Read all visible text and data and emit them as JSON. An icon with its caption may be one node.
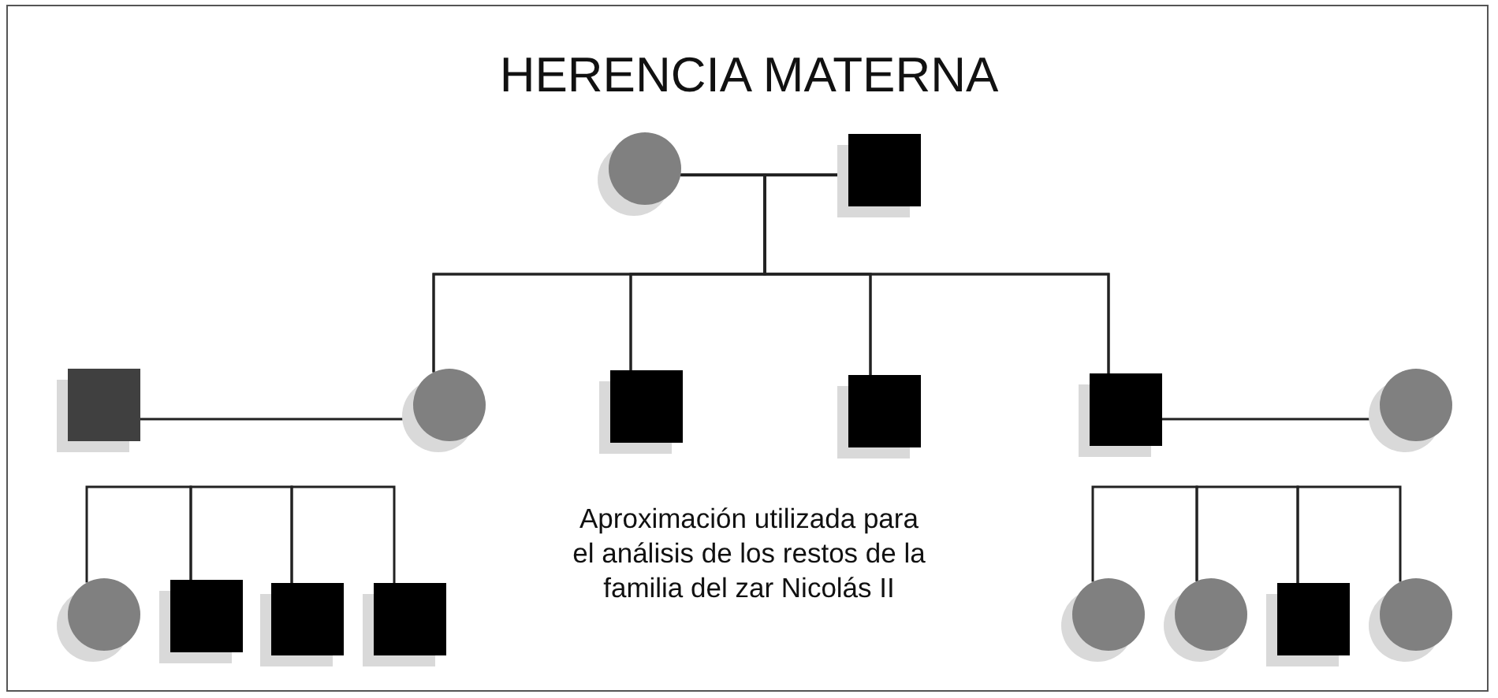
{
  "diagram": {
    "title": "HERENCIA MATERNA",
    "nodes": [
      {
        "text": [],
        "shape": "circle"
      },
      {
        "text": [],
        "shape": "box"
      },
      {
        "text": [],
        "shape": "box"
      },
      {
        "text": [],
        "shape": "circle"
      },
      {
        "text": [],
        "shape": "box"
      },
      {
        "text": [],
        "shape": "box"
      },
      {
        "text": [],
        "shape": "box"
      },
      {
        "text": [],
        "shape": "circle"
      },
      {
        "text": [],
        "shape": "circle"
      },
      {
        "text": [],
        "shape": "box"
      },
      {
        "text": [],
        "shape": "box"
      },
      {
        "text": [],
        "shape": "box"
      },
      {
        "text": [],
        "shape": "circle"
      },
      {
        "text": [],
        "shape": "circle"
      },
      {
        "text": [],
        "shape": "box"
      },
      {
        "text": [],
        "shape": "circle"
      }
    ],
    "edges": [
      {
        "from": 0,
        "to": 1,
        "arrow": "none"
      },
      {
        "from": 0,
        "to": 3,
        "arrow": "none"
      },
      {
        "from": 0,
        "to": 4,
        "arrow": "none"
      },
      {
        "from": 0,
        "to": 5,
        "arrow": "none"
      },
      {
        "from": 0,
        "to": 6,
        "arrow": "none"
      },
      {
        "from": 1,
        "to": 3,
        "arrow": "none"
      },
      {
        "from": 1,
        "to": 4,
        "arrow": "none"
      },
      {
        "from": 1,
        "to": 5,
        "arrow": "none"
      },
      {
        "from": 1,
        "to": 6,
        "arrow": "none"
      },
      {
        "from": 2,
        "to": 3,
        "arrow": "none"
      },
      {
        "from": 6,
        "to": 7,
        "arrow": "none"
      },
      {
        "from": 8,
        "to": 9,
        "arrow": "none"
      },
      {
        "from": 9,
        "to": 10,
        "arrow": "none"
      },
      {
        "from": 10,
        "to": 11,
        "arrow": "none"
      },
      {
        "from": 12,
        "to": 13,
        "arrow": "none"
      },
      {
        "from": 13,
        "to": 14,
        "arrow": "none"
      },
      {
        "from": 14,
        "to": 15,
        "arrow": "none"
      }
    ],
    "labels": [
      "Aproximación utilizada para el análisis de los restos de la familia del zar Nicolás II"
    ]
  }
}
